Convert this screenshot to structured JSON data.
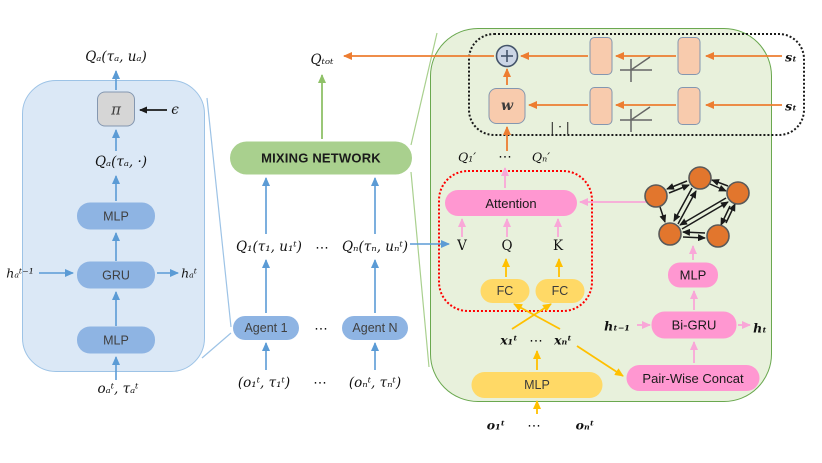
{
  "colors": {
    "blue_arrow": "#5b9bd5",
    "agent_panel_fill": "#dbe8f6",
    "agent_panel_border": "#9dc3e6",
    "agent_box_fill": "#8eb4e3",
    "mixing_green": "#a9d08e",
    "green_arrow": "#8fc168",
    "mixer_panel_fill": "#e8f1dc",
    "mixer_panel_border": "#6aa84f",
    "orange": "#ed7d31",
    "hyper_box_fill": "#f8cbad",
    "hyper_box_border": "#8497b0",
    "pink_box": "#ff97d1",
    "pink_arrow": "#f9a7d8",
    "yellow_box": "#ffd966",
    "yellow_arrow": "#ffc000",
    "red_dotted": "#fe0000",
    "black_dotted": "#1a1a1a",
    "sum_node_fill": "#ccd6e6",
    "sum_node_border": "#44546a",
    "graph_node_fill": "#e2762d"
  },
  "left_panel": {
    "output": "Qₐ(τₐ, uₐ)",
    "pi": "π",
    "epsilon": "ϵ",
    "q_internal": "Qₐ(τₐ, ·)",
    "mlp_top": "MLP",
    "gru": "GRU",
    "mlp_bottom": "MLP",
    "h_in": "hₐᵗ⁻¹",
    "h_out": "hₐᵗ",
    "input": "oₐᵗ, τₐᵗ"
  },
  "middle": {
    "q_tot": "Qₜₒₜ",
    "mixing": "MIXING NETWORK",
    "q1": "Q₁(τ₁, u₁ᵗ)",
    "dots_q": "⋯",
    "qn": "Qₙ(τₙ, uₙᵗ)",
    "agent1": "Agent 1",
    "dots_agent": "⋯",
    "agentn": "Agent N",
    "in1": "(o₁ᵗ, τ₁ᵗ)",
    "dots_in": "⋯",
    "inn": "(oₙᵗ, τₙᵗ)"
  },
  "mixer": {
    "st_top": "sₜ",
    "st_bottom": "sₜ",
    "w": "w",
    "abs": "| · |",
    "qp1": "Q₁′",
    "qp_dots": "⋯",
    "qpn": "Qₙ′",
    "attention": "Attention",
    "v": "V",
    "q": "Q",
    "k": "K",
    "fc1": "FC",
    "fc2": "FC",
    "x1": "x₁ᵗ",
    "x_dots": "⋯",
    "xn": "xₙᵗ",
    "mlp": "MLP",
    "o1": "o₁ᵗ",
    "o_dots": "⋯",
    "on": "oₙᵗ",
    "pairwise": "Pair-Wise Concat",
    "bigru": "Bi-GRU",
    "h_in": "hₜ₋₁",
    "h_out": "hₜ",
    "mlp_graph": "MLP"
  }
}
